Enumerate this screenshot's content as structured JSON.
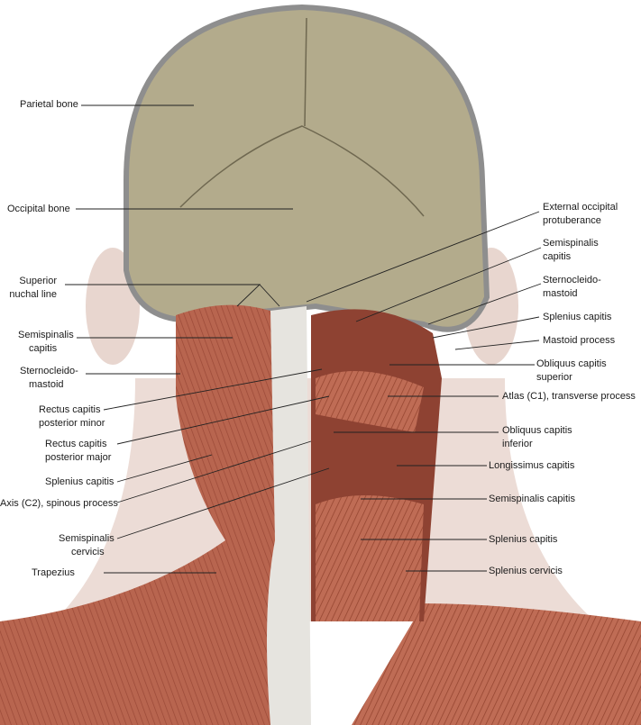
{
  "colors": {
    "skull": "#b3ab8c",
    "muscle": "#b8654f",
    "muscle_dark": "#8e4232",
    "fascia": "#e6e4df",
    "skin": "#eadcd6",
    "leader": "#222222"
  },
  "labels_left": [
    {
      "text": "Parietal bone"
    },
    {
      "text": "Occipital bone"
    },
    {
      "line1": "Superior",
      "line2": "nuchal line"
    },
    {
      "line1": "Semispinalis",
      "line2": "capitis"
    },
    {
      "line1": "Sternocleido-",
      "line2": "mastoid"
    },
    {
      "line1": "Rectus capitis",
      "line2": "posterior minor"
    },
    {
      "line1": "Rectus capitis",
      "line2": "posterior major"
    },
    {
      "text": "Splenius capitis"
    },
    {
      "text": "Axis (C2), spinous process"
    },
    {
      "line1": "Semispinalis",
      "line2": "cervicis"
    },
    {
      "text": "Trapezius"
    }
  ],
  "labels_right": [
    {
      "line1": "External occipital",
      "line2": "protuberance"
    },
    {
      "line1": "Semispinalis",
      "line2": "capitis"
    },
    {
      "line1": "Sternocleido-",
      "line2": "mastoid"
    },
    {
      "text": "Splenius capitis"
    },
    {
      "text": "Mastoid process"
    },
    {
      "line1": "Obliquus capitis",
      "line2": "superior"
    },
    {
      "text": "Atlas (C1), transverse process"
    },
    {
      "line1": "Obliquus capitis",
      "line2": "inferior"
    },
    {
      "text": "Longissimus capitis"
    },
    {
      "text": "Semispinalis capitis"
    },
    {
      "text": "Splenius capitis"
    },
    {
      "text": "Splenius cervicis"
    }
  ]
}
